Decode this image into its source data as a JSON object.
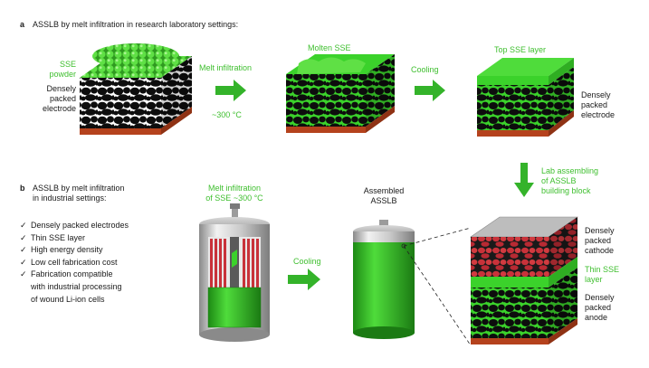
{
  "panel_a": {
    "letter": "a",
    "title": "ASSLB by melt infiltration in research laboratory settings:",
    "sse_powder": [
      "SSE",
      "powder"
    ],
    "densely_packed_left": [
      "Densely",
      "packed",
      "electrode"
    ],
    "melt_infiltration": "Melt infiltration",
    "temperature": "~300 °C",
    "molten_sse": "Molten SSE",
    "cooling": "Cooling",
    "top_sse_layer": "Top SSE layer",
    "densely_packed_right": [
      "Densely",
      "packed",
      "electrode"
    ],
    "lab_assembling": [
      "Lab assembling",
      "of ASSLB",
      "building block"
    ]
  },
  "panel_b": {
    "letter": "b",
    "title": [
      "ASSLB by melt infiltration",
      "in industrial settings:"
    ],
    "check_glyph": "✓",
    "features": [
      "Densely packed electrodes",
      "Thin SSE layer",
      "High energy density",
      "Low cell fabrication cost",
      "Fabrication compatible",
      "with industrial processing",
      "of wound Li-ion cells"
    ],
    "melt_label": [
      "Melt infiltration",
      "of SSE  ~300 °C"
    ],
    "cooling": "Cooling",
    "assembled": [
      "Assembled",
      "ASSLB"
    ],
    "cathode": [
      "Densely",
      "packed",
      "cathode"
    ],
    "thin_sse": [
      "Thin SSE",
      "layer"
    ],
    "anode": [
      "Densely",
      "packed",
      "anode"
    ]
  },
  "colors": {
    "accent_green": "#3fbf2f",
    "arrow_green": "#34b32a",
    "electrode_black": "#111111",
    "current_collector": "#b5421d",
    "cathode_red": "#c8323a"
  },
  "icons": [
    "arrow-right-icon",
    "arrow-down-icon",
    "checkmark-icon"
  ]
}
